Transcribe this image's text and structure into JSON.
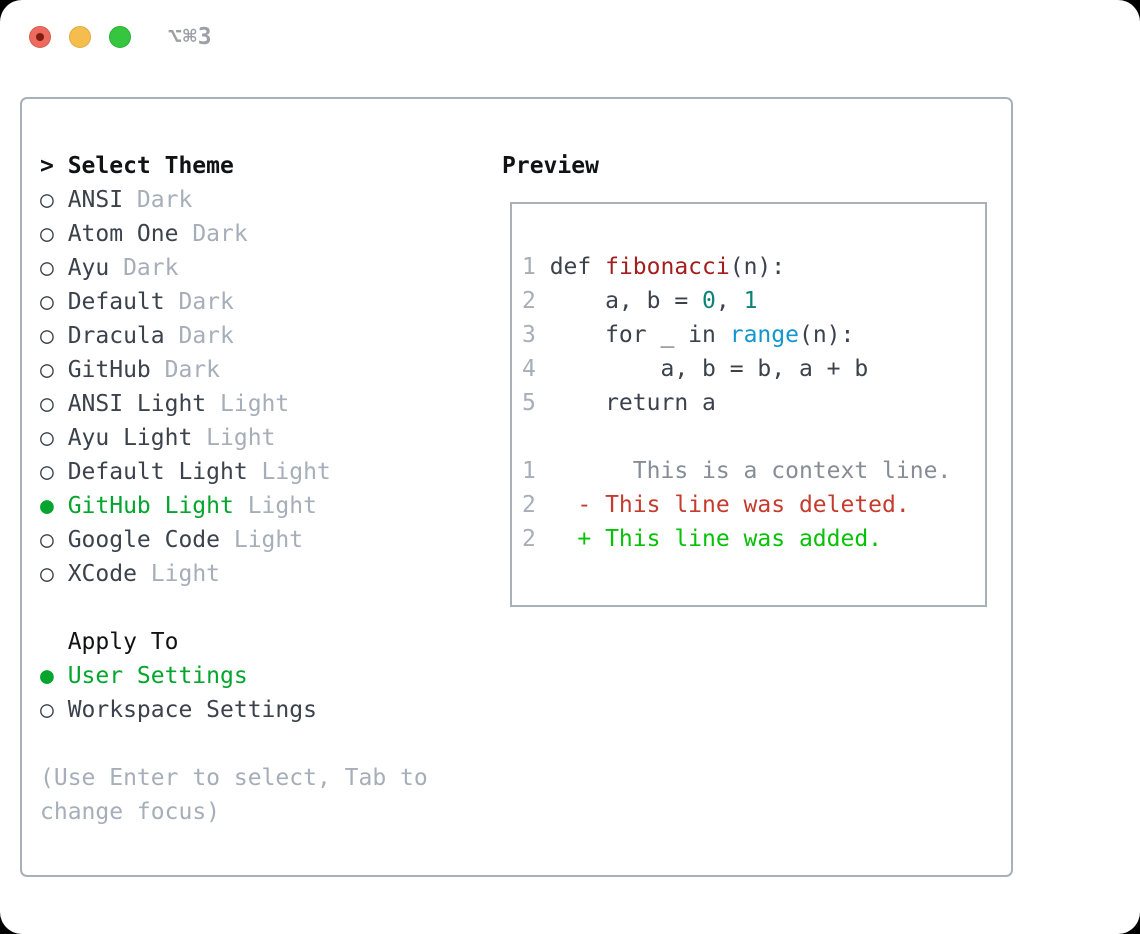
{
  "titlebar": {
    "title": "⌥⌘3",
    "traffic_lights": [
      {
        "name": "close",
        "color": "#ee6a5e",
        "dot_color": "#7e1d10"
      },
      {
        "name": "minimize",
        "color": "#f5bd4e"
      },
      {
        "name": "zoom",
        "color": "#35c53f"
      }
    ]
  },
  "theme_picker": {
    "header": {
      "prompt": ">",
      "label": "Select Theme"
    },
    "themes": [
      {
        "marker": "○",
        "name": "ANSI",
        "variant": "Dark",
        "selected": false
      },
      {
        "marker": "○",
        "name": "Atom One",
        "variant": "Dark",
        "selected": false
      },
      {
        "marker": "○",
        "name": "Ayu",
        "variant": "Dark",
        "selected": false
      },
      {
        "marker": "○",
        "name": "Default",
        "variant": "Dark",
        "selected": false
      },
      {
        "marker": "○",
        "name": "Dracula",
        "variant": "Dark",
        "selected": false
      },
      {
        "marker": "○",
        "name": "GitHub",
        "variant": "Dark",
        "selected": false
      },
      {
        "marker": "○",
        "name": "ANSI Light",
        "variant": "Light",
        "selected": false
      },
      {
        "marker": "○",
        "name": "Ayu Light",
        "variant": "Light",
        "selected": false
      },
      {
        "marker": "○",
        "name": "Default Light",
        "variant": "Light",
        "selected": false
      },
      {
        "marker": "●",
        "name": "GitHub Light",
        "variant": "Light",
        "selected": true
      },
      {
        "marker": "○",
        "name": "Google Code",
        "variant": "Light",
        "selected": false
      },
      {
        "marker": "○",
        "name": "XCode",
        "variant": "Light",
        "selected": false
      }
    ],
    "apply_to": {
      "label": "Apply To",
      "options": [
        {
          "marker": "●",
          "name": "User Settings",
          "selected": true
        },
        {
          "marker": "○",
          "name": "Workspace Settings",
          "selected": false
        }
      ]
    },
    "help": {
      "line1": "(Use Enter to select, Tab to",
      "line2": "change focus)"
    }
  },
  "preview": {
    "label": "Preview",
    "code": [
      {
        "num": "1",
        "segments": [
          {
            "text": " def ",
            "kind": "plain"
          },
          {
            "text": "fibonacci",
            "kind": "func"
          },
          {
            "text": "(n):",
            "kind": "plain"
          }
        ]
      },
      {
        "num": "2",
        "segments": [
          {
            "text": "     a, b = ",
            "kind": "plain"
          },
          {
            "text": "0",
            "kind": "number"
          },
          {
            "text": ", ",
            "kind": "plain"
          },
          {
            "text": "1",
            "kind": "number"
          }
        ]
      },
      {
        "num": "3",
        "segments": [
          {
            "text": "     for _ in ",
            "kind": "plain"
          },
          {
            "text": "range",
            "kind": "builtin"
          },
          {
            "text": "(n):",
            "kind": "plain"
          }
        ]
      },
      {
        "num": "4",
        "segments": [
          {
            "text": "         a, b = b, a + b",
            "kind": "plain"
          }
        ]
      },
      {
        "num": "5",
        "segments": [
          {
            "text": "     return a",
            "kind": "plain"
          }
        ]
      },
      {
        "num": "",
        "segments": [
          {
            "text": "",
            "kind": "plain"
          }
        ]
      },
      {
        "num": "1",
        "segments": [
          {
            "text": "       This is a context line.",
            "kind": "context"
          }
        ]
      },
      {
        "num": "2",
        "segments": [
          {
            "text": "   - This line was deleted.",
            "kind": "deleted"
          }
        ]
      },
      {
        "num": "2",
        "segments": [
          {
            "text": "   + This line was added.",
            "kind": "added"
          }
        ]
      }
    ]
  },
  "colors": {
    "selected_green": "#04a52e",
    "added_green": "#06c206",
    "deleted_red": "#c53b2e",
    "function_red": "#a31f1f",
    "builtin_blue": "#1296cf",
    "number_teal": "#0d8377",
    "muted_gray": "#a6aeb9",
    "text_dark": "#3c424c",
    "border_gray": "#a9b0ba"
  }
}
